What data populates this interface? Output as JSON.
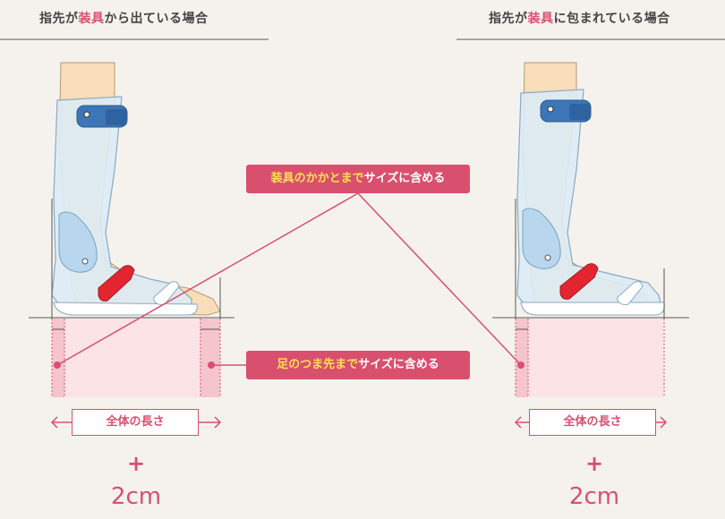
{
  "titles": {
    "left": {
      "part1": "指先が",
      "part2": "装具",
      "part3": "から出ている場合"
    },
    "right": {
      "part1": "指先が",
      "part2": "装具",
      "part3": "に包まれている場合"
    }
  },
  "callouts": {
    "heel": {
      "highlight": "装具のかかとまで",
      "rest": "サイズに含める"
    },
    "toe": {
      "highlight": "足のつま先まで",
      "rest": "サイズに含める"
    }
  },
  "measure": {
    "left_label": "全体の長さ",
    "right_label": "全体の長さ",
    "plus": "+",
    "extra_left": "2cm",
    "extra_right": "2cm"
  },
  "colors": {
    "accent": "#d94f6e",
    "highlight_text": "#ffe14f",
    "skin": "#f8ddb8",
    "brace": "#dcebf5",
    "strap_blue": "#3d76b8",
    "strap_red": "#e32530",
    "zone_pink": "#fbe3e6",
    "background": "#f5f2ed"
  }
}
